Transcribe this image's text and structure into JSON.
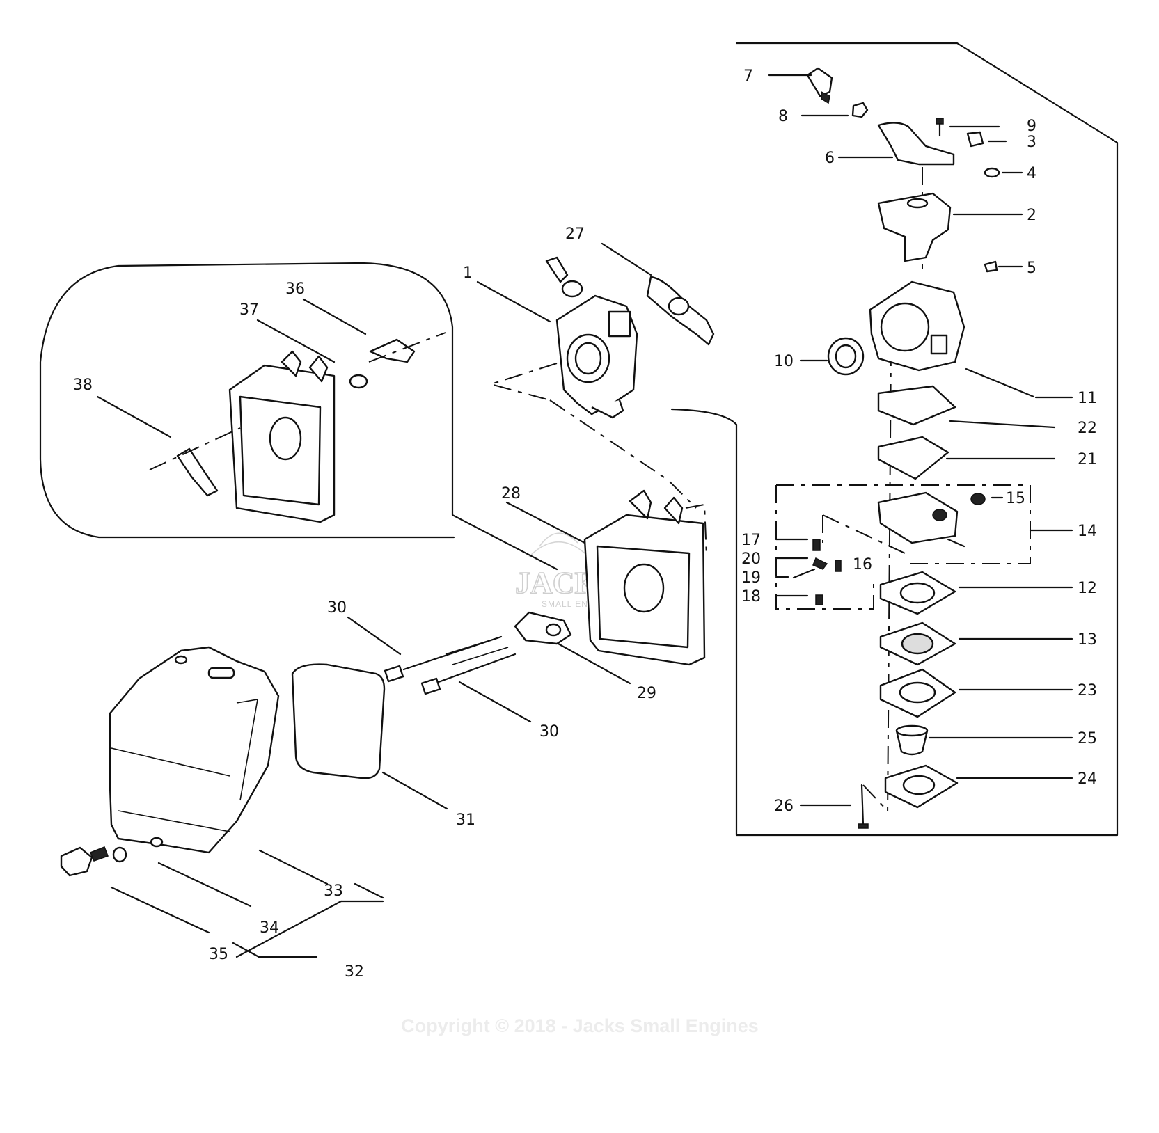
{
  "callouts": {
    "c1": "1",
    "c2": "2",
    "c3": "3",
    "c4": "4",
    "c5": "5",
    "c6": "6",
    "c7": "7",
    "c8": "8",
    "c9": "9",
    "c10": "10",
    "c11": "11",
    "c12": "12",
    "c13": "13",
    "c14": "14",
    "c15": "15",
    "c16": "16",
    "c17": "17",
    "c18": "18",
    "c19": "19",
    "c20": "20",
    "c21": "21",
    "c22": "22",
    "c23": "23",
    "c24": "24",
    "c25": "25",
    "c26": "26",
    "c27": "27",
    "c28": "28",
    "c29": "29",
    "c30": "30",
    "c31": "31",
    "c32": "32",
    "c33": "33",
    "c34": "34",
    "c35": "35",
    "c36": "36",
    "c37": "37",
    "c38": "38"
  },
  "watermark": {
    "copyright": "Copyright © 2018 - Jacks Small Engines",
    "logo_text": "JACKS",
    "logo_subtext": "SMALL ENGINES"
  }
}
